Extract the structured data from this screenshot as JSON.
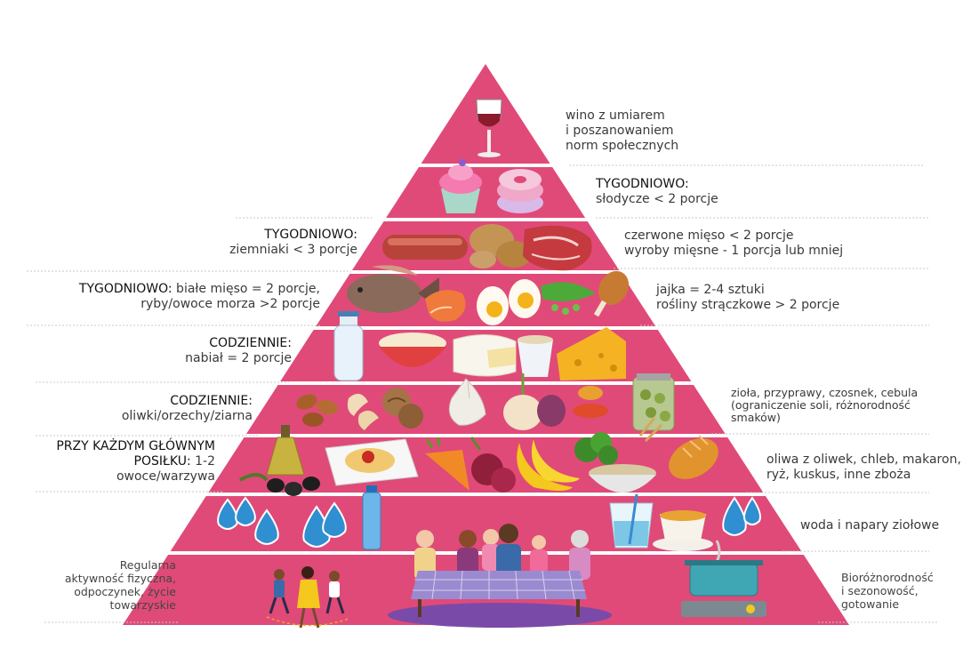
{
  "levels": {
    "wine": {
      "lines": [
        "wino z umiarem",
        "i poszanowaniem",
        "norm społecznych"
      ]
    },
    "sweets": {
      "heading": "TYGODNIOWO:",
      "text": "słodycze < 2 porcje"
    },
    "potatoes": {
      "heading": "TYGODNIOWO:",
      "text": "ziemniaki < 3 porcje"
    },
    "red_meat": {
      "lines": [
        "czerwone mięso < 2 porcje",
        "wyroby mięsne - 1 porcja lub mniej"
      ]
    },
    "white_meat": {
      "heading": "TYGODNIOWO:",
      "text1": " białe mięso = 2 porcje,",
      "text2": "ryby/owoce morza >2 porcje"
    },
    "eggs": {
      "lines": [
        "jajka = 2-4 sztuki",
        "rośliny strączkowe > 2 porcje"
      ]
    },
    "dairy": {
      "heading": "CODZIENNIE:",
      "text": "nabiał = 2 porcje"
    },
    "nuts": {
      "heading": "CODZIENNIE:",
      "text": "oliwki/orzechy/ziarna"
    },
    "herbs": {
      "lines": [
        "zioła, przyprawy, czosnek, cebula",
        "(ograniczenie soli, różnorodność",
        "smaków)"
      ]
    },
    "fruits": {
      "heading1": "PRZY KAŻDYM GŁÓWNYM",
      "heading2": "POSIŁKU:",
      "text1": " 1-2",
      "text2": "owoce/warzywa"
    },
    "grains": {
      "lines": [
        "oliwa z oliwek, chleb, makaron,",
        "ryż, kuskus, inne zboża"
      ]
    },
    "water": {
      "text": "woda i napary ziołowe"
    },
    "activity": {
      "lines": [
        "Regularna",
        "aktywność fizyczna,",
        "odpoczynek, życie",
        "towarzyskie"
      ]
    },
    "biodiversity": {
      "lines": [
        "Bioróżnorodność",
        "i sezonowość,",
        "gotowanie"
      ]
    }
  },
  "colors": {
    "pyramid": "#e04a78",
    "divider": "#ffffff",
    "dotted": "#c9c9c9"
  },
  "icons": {
    "wine": "wine-glass-icon",
    "cupcake": "cupcake-icon",
    "donut": "donut-icon",
    "sausage": "sausage-icon",
    "potato": "potato-icon",
    "steak": "steak-icon",
    "fish": "fish-icon",
    "shrimp": "shrimp-icon",
    "egg": "egg-icon",
    "peas": "pea-pod-icon",
    "drumstick": "chicken-drumstick-icon",
    "milk": "milk-bottle-icon",
    "rice": "rice-bowl-icon",
    "brie": "brie-cheese-icon",
    "yogurt": "yogurt-cup-icon",
    "cheese": "cheese-wedge-icon",
    "almonds": "almond-icon",
    "cashews": "cashew-icon",
    "walnut": "walnut-icon",
    "garlic": "garlic-icon",
    "onion": "onion-icon",
    "spices": "spice-bowl-icon",
    "olives_jar": "olive-jar-icon",
    "olive_oil": "olive-oil-bottle-icon",
    "olives": "olives-icon",
    "pasta": "pasta-plate-icon",
    "carrots": "carrot-icon",
    "beet": "beetroot-icon",
    "bananas": "banana-icon",
    "broccoli": "broccoli-icon",
    "grains_bowl": "grain-bowl-icon",
    "bread": "bread-icon",
    "water_drops": "water-drop-icon",
    "water_bottle": "water-bottle-icon",
    "water_glass": "water-glass-icon",
    "tea": "tea-cup-icon",
    "family": "family-table-icon",
    "runners": "running-people-icon",
    "pot": "cooking-pot-icon"
  }
}
